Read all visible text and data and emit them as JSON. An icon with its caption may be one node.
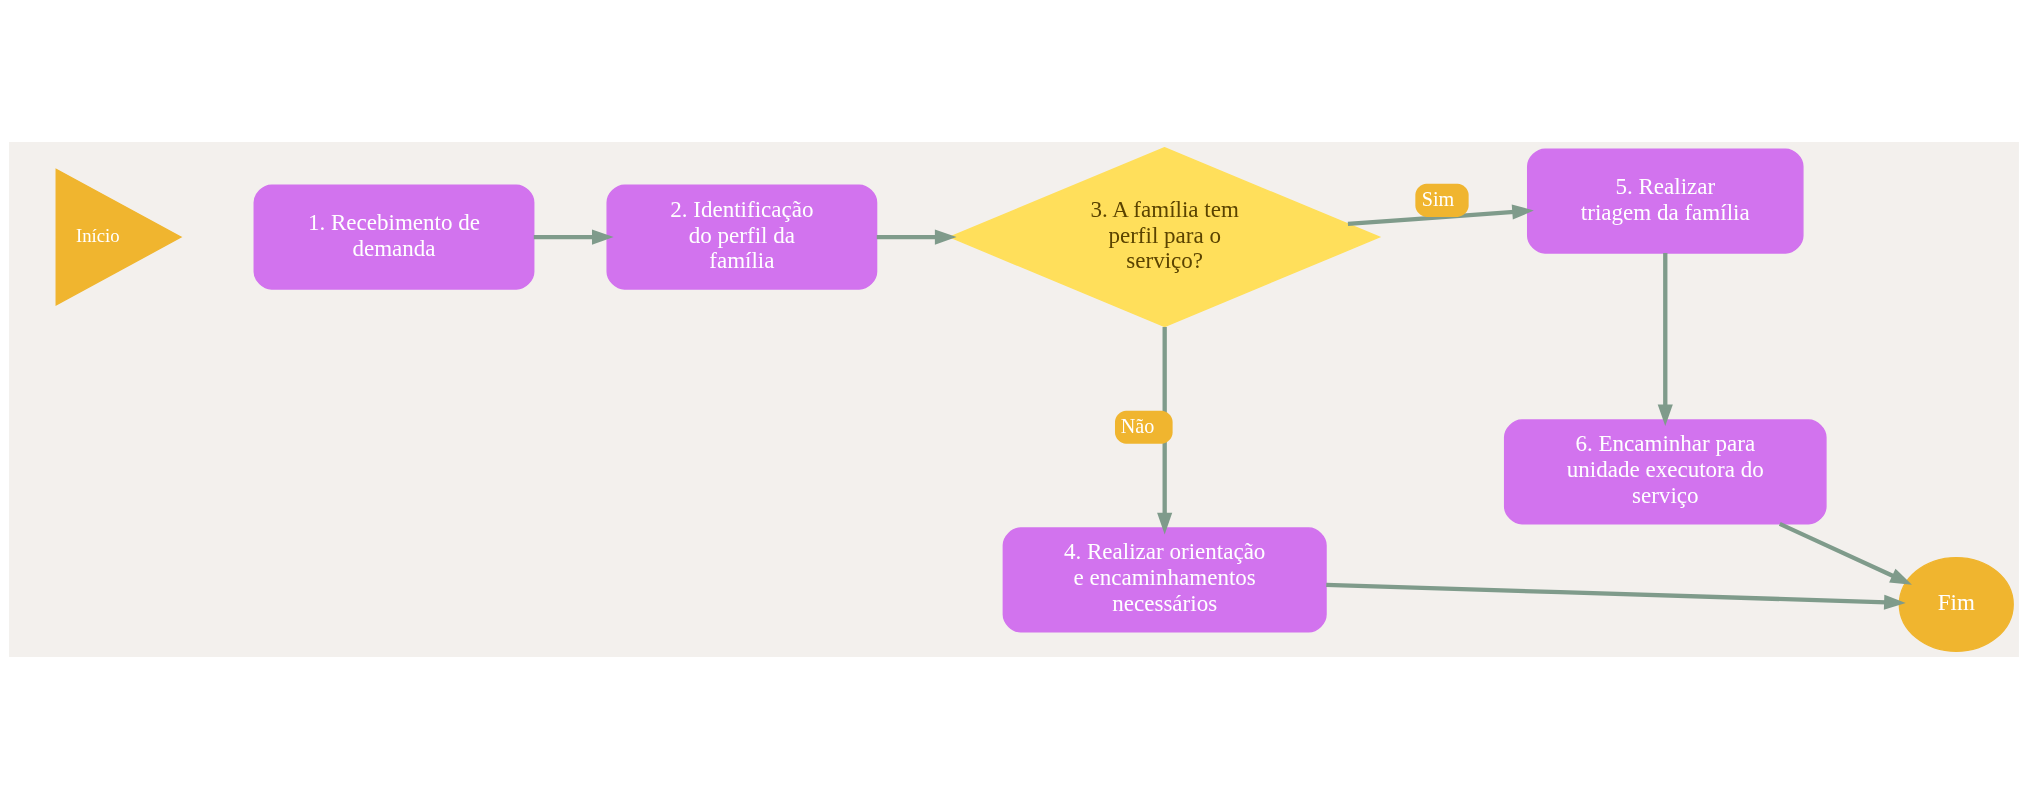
{
  "diagram": {
    "nodes": [
      {
        "text": [
          "Início"
        ]
      },
      {
        "text": [
          "1. Recebimento de demanda"
        ]
      },
      {
        "text": [
          "2. Identificação do perfil da família"
        ]
      },
      {
        "text": [
          "3. A família tem perfil para o serviço?"
        ]
      },
      {
        "text": [
          "5. Realizar triagem da família"
        ]
      },
      {
        "text": [
          "4. Realizar orientação e encaminhamentos necessários"
        ]
      },
      {
        "text": [
          "6. Encaminhar para unidade executora do serviço"
        ]
      },
      {
        "text": [
          "Fim"
        ]
      }
    ],
    "edges": [
      {
        "from": 1,
        "to": 2,
        "arrow": "to"
      },
      {
        "from": 2,
        "to": 3,
        "arrow": "to"
      },
      {
        "from": 3,
        "to": 4,
        "arrow": "to",
        "label": "Sim"
      },
      {
        "from": 3,
        "to": 5,
        "arrow": "to",
        "label": "Não"
      },
      {
        "from": 4,
        "to": 6,
        "arrow": "to"
      },
      {
        "from": 6,
        "to": 7,
        "arrow": "to"
      },
      {
        "from": 5,
        "to": 7,
        "arrow": "to"
      }
    ]
  }
}
